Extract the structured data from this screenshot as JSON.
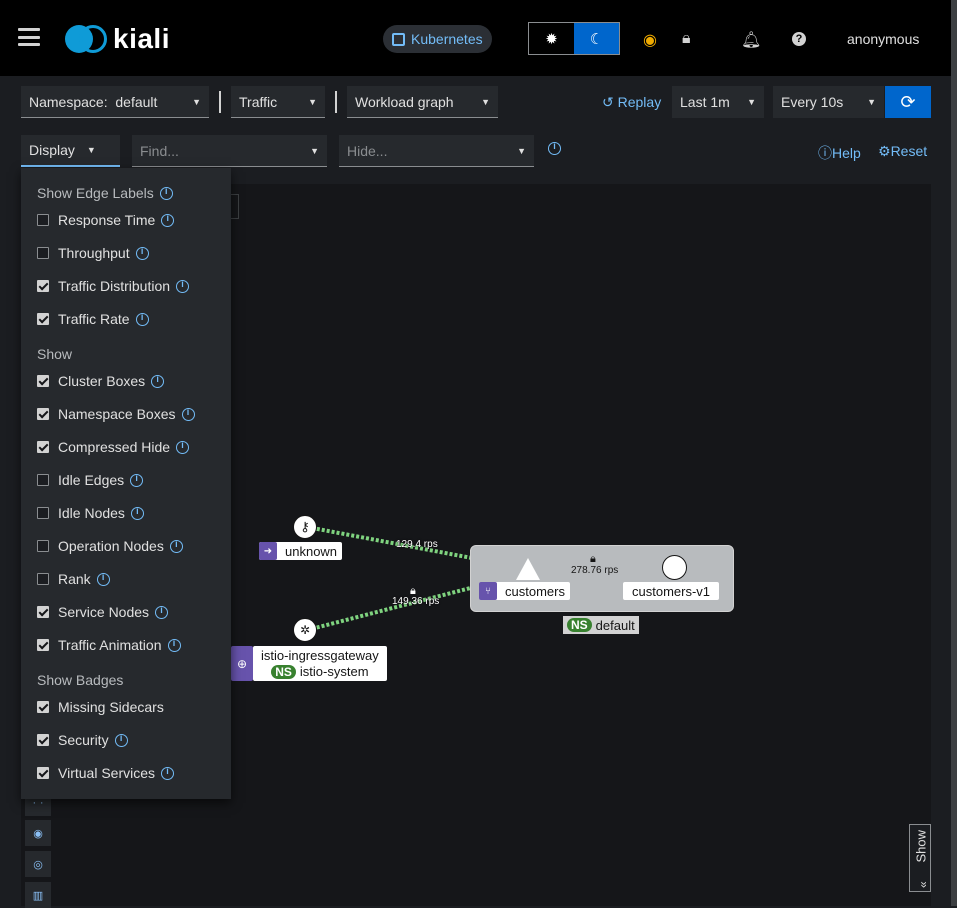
{
  "header": {
    "app_name": "kiali",
    "cluster_label": "Kubernetes",
    "user": "anonymous"
  },
  "toolbar": {
    "namespace_label": "Namespace:",
    "namespace_value": "default",
    "traffic_label": "Traffic",
    "graph_type": "Workload graph",
    "replay_label": "Replay",
    "duration": "Last 1m",
    "refresh_interval": "Every 10s",
    "display_label": "Display",
    "find_placeholder": "Find...",
    "hide_placeholder": "Hide...",
    "help_label": "Help",
    "reset_label": "Reset"
  },
  "display_menu": {
    "edge_labels_header": "Show Edge Labels",
    "edge_labels": [
      {
        "label": "Response Time",
        "checked": false
      },
      {
        "label": "Throughput",
        "checked": false
      },
      {
        "label": "Traffic Distribution",
        "checked": true
      },
      {
        "label": "Traffic Rate",
        "checked": true
      }
    ],
    "show_header": "Show",
    "show_items": [
      {
        "label": "Cluster Boxes",
        "checked": true
      },
      {
        "label": "Namespace Boxes",
        "checked": true
      },
      {
        "label": "Compressed Hide",
        "checked": true
      },
      {
        "label": "Idle Edges",
        "checked": false
      },
      {
        "label": "Idle Nodes",
        "checked": false
      },
      {
        "label": "Operation Nodes",
        "checked": false
      },
      {
        "label": "Rank",
        "checked": false
      },
      {
        "label": "Service Nodes",
        "checked": true
      },
      {
        "label": "Traffic Animation",
        "checked": true
      }
    ],
    "badges_header": "Show Badges",
    "badge_items": [
      {
        "label": "Missing Sidecars",
        "checked": true
      },
      {
        "label": "Security",
        "checked": true
      },
      {
        "label": "Virtual Services",
        "checked": true
      }
    ]
  },
  "graph": {
    "nodes": {
      "unknown": "unknown",
      "ingress": "istio-ingressgateway",
      "ingress_ns": "istio-system",
      "customers": "customers",
      "customers_v1": "customers-v1",
      "ns_box": "default"
    },
    "edges": {
      "unknown_rate": "129.4 rps",
      "ingress_rate": "149.36 rps",
      "svc_rate": "278.76 rps"
    },
    "ns_badge": "NS",
    "show_tab": "Show"
  },
  "colors": {
    "accent": "#0066cc",
    "link": "#73bcf7",
    "edge": "#7fd37f",
    "ns_badge": "#38812f"
  }
}
